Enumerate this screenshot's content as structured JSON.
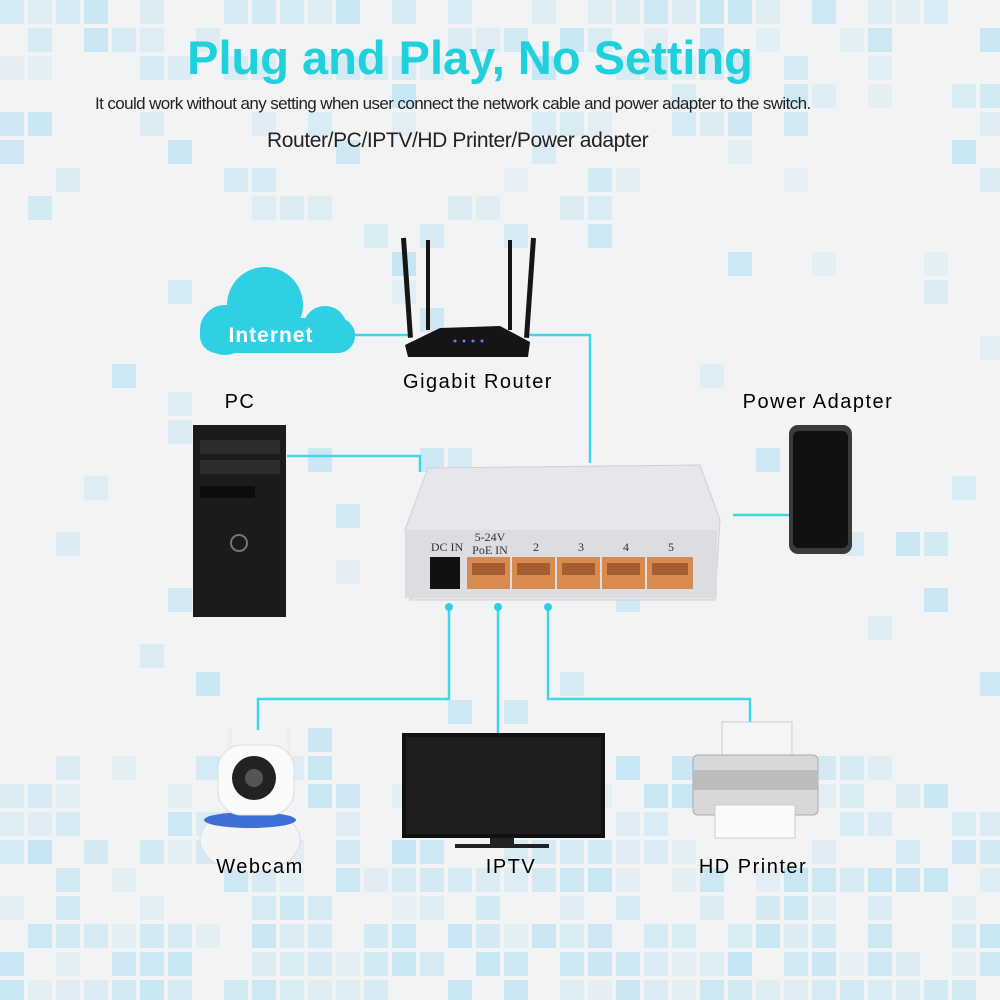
{
  "header": {
    "title": "Plug and Play, No Setting",
    "subtitle": "It could work without any setting when user connect the network cable and power adapter to the switch.",
    "devices_line": "Router/PC/IPTV/HD Printer/Power adapter"
  },
  "diagram": {
    "cloud_label": "Internet",
    "router_label": "Gigabit Router",
    "pc_label": "PC",
    "power_label": "Power Adapter",
    "webcam_label": "Webcam",
    "iptv_label": "IPTV",
    "printer_label": "HD Printer",
    "switch": {
      "dc_label": "DC IN",
      "poe_label_1": "5-24V",
      "poe_label_2": "PoE IN",
      "ports": [
        "2",
        "3",
        "4",
        "5"
      ]
    }
  },
  "colors": {
    "accent": "#1fd0dd",
    "line": "#3fd6e6",
    "port": "#d98a4f",
    "tile": "#bfe3f3"
  }
}
